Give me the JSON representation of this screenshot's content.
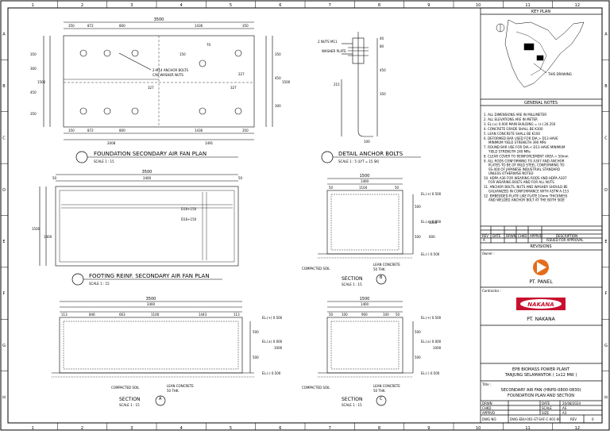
{
  "grid": {
    "cols": [
      "1",
      "2",
      "3",
      "4",
      "5",
      "6",
      "7",
      "8",
      "9",
      "10",
      "11",
      "12"
    ],
    "rows": [
      "A",
      "B",
      "C",
      "D",
      "E",
      "F",
      "G",
      "H"
    ]
  },
  "views": {
    "plan_title": "FOUNDATION SECONDARY AIR FAN PLAN",
    "plan_scale": "SCALE 1 : 15",
    "anchor_title": "DETAIL ANCHOR BOLTS",
    "anchor_scale": "SCALE 1 : 5 (LYT = 15 SK)",
    "footing_title": "FOOTING REINF. SECONDARY AIR FAN PLAN",
    "footing_scale": "SCALE 1 : 15",
    "section_label": "SECTION",
    "section_scale": "SCALE 1 : 15",
    "section_b_mark": "B",
    "section_a_mark": "A",
    "section_c_mark": "C",
    "compacted_soil": "COMPACTED SOIL",
    "lean_concrete": "LEAN CONCRETE",
    "lean_thk": "50 THK."
  },
  "plan_dims": {
    "overall": "3500",
    "top": [
      "350",
      "872",
      "800",
      "1436",
      "350"
    ],
    "bottom": [
      "350",
      "872",
      "800",
      "1436",
      "350"
    ],
    "bottom_total": [
      "2008",
      "1491"
    ],
    "left": [
      "350",
      "300",
      "450",
      "350"
    ],
    "right": [
      "350",
      "450",
      "300"
    ],
    "right_total": "1500",
    "left_total": "1500",
    "callout_bolts": "2-M14 ANCHOR BOLTS",
    "callout_nuts": "C/W WASHER NUTS",
    "inner": [
      "70",
      "327",
      "227",
      "150",
      "327"
    ]
  },
  "anchor_labels": {
    "nuts": "2 NUTS M11",
    "washer": "WASHER PLATE",
    "dim_350": "350",
    "dim_215": "215",
    "dim_top": [
      "40",
      "80"
    ],
    "dim_length": "450",
    "dim_bend": "100"
  },
  "footing_dims": {
    "overall": "3500",
    "inner": "3400",
    "edge": [
      "50",
      "50"
    ],
    "height": "1500",
    "inner_h": "1400",
    "rebar_top": "D16+150",
    "rebar_bottom": "D16+150"
  },
  "section_b": {
    "overall": "1500",
    "inner": "1400",
    "sub": [
      "50",
      "1104",
      "50"
    ],
    "levels": [
      "EL.(+) 0.500",
      "EL.(±) 0.000",
      "EL.(-) 0.500"
    ],
    "side_dims": [
      "500",
      "500",
      "1000",
      "600"
    ]
  },
  "section_a": {
    "overall": "3500",
    "inner": "3400",
    "sub": [
      "113",
      "846",
      "663",
      "1100",
      "1443",
      "113"
    ],
    "levels": [
      "EL.(+) 0.500",
      "EL.(±) 0.000",
      "EL.(-) 0.500"
    ],
    "side_dims": [
      "500",
      "500",
      "1000"
    ]
  },
  "section_c": {
    "overall": "1500",
    "inner": "1400",
    "sub": [
      "50",
      "100",
      "900",
      "100",
      "50"
    ],
    "levels": [
      "EL.(+) 0.500",
      "EL.(±) 0.000",
      "EL.(-) 0.500"
    ],
    "side_dims": [
      "500",
      "500",
      "1000"
    ]
  },
  "key_plan": {
    "title": "KEY PLAN",
    "this_drawing": "THIS DRAWING"
  },
  "notes": {
    "title": "GENERAL NOTES",
    "items": [
      "1. ALL DIMENSIONS ARE IN MILLIMETER",
      "2. ALL ELEVATIONS ARE IN METER",
      "3. EL.(±) 0.000 MAIN BUILDING = (+) 26.350",
      "4. CONCRETE GRADE SHALL BE K300",
      "5. LEAN CONCRETE SHALL BE K100",
      "6. DEFORMED BAR USED FOR DIA.> D13 HAVE MINIMUM YIELD STRENGTH 390 MPa",
      "7. ROUND BAR USE FOR DIA.< D13 HAVE MINIMUM YIELD STRENGTH 240 MPa",
      "8. CLEAR COVER TO REINFORCEMENT AREA = 50mm",
      "9. ALL RODS CONFORMING TO A307 AND ANCHOR PLATES TO BE OF MILD STEEL CONFORMING TO SS-400 OF JAPANESE INDUSTRIAL STANDARD UNLESS OTHERWISE NOTED",
      "10. HDPA A36 FOR WEARING RODS AND HDPA A307 FOR WEARING BOLTS AND FOR ALL NUTS",
      "11. ANCHOR BOLTS, NUTS AND WASHER SHOULD BE GALVANIZED IN CONFORMANCE WITH ASTM A-153",
      "12. EMBEDDED PLATE LIKE PLATE 10mm THICKNESS AND WELDED ANCHOR BOLT AT THE BOTH SIDE"
    ]
  },
  "revisions": {
    "title": "REVISIONS",
    "headers": [
      "REV",
      "DATE",
      "DRWN",
      "CHKD",
      "APPRVD",
      "DESCRIPTION"
    ],
    "row": [
      "A",
      "",
      "",
      "",
      "",
      "ISSUED FOR APPROVAL"
    ]
  },
  "owner": {
    "label": "Owner :",
    "name": "PT. PANEL",
    "brand_color": "#e46c1b"
  },
  "contractor": {
    "label": "Contractor :",
    "name": "PT. NAKANA",
    "brand_color": "#c8102e",
    "logo_text": "NAKANA"
  },
  "project": {
    "line1": "EPB BIOMASS POWER PLANT",
    "line2": "TANJUNG SELAMANTOK ( 1x12 MW )"
  },
  "title_block": {
    "label": "Title :",
    "line1": "SECONDARY AIR FAN (HNPD-0800-0830)",
    "line2": "FOUNDATION PLAN AND SECTION",
    "rows": [
      [
        "DRWN",
        "",
        "DATE",
        "20/08/2024"
      ],
      [
        "CHKD",
        "",
        "SCALE",
        "AS"
      ],
      [
        "APPRVD",
        "",
        "SIZE",
        "A3"
      ]
    ],
    "dwg_label": "DWG NO.",
    "dwg_no": "DWG-EBU-001-ST-SAF-C-001-00",
    "rev_label": "REV",
    "rev": "0"
  }
}
